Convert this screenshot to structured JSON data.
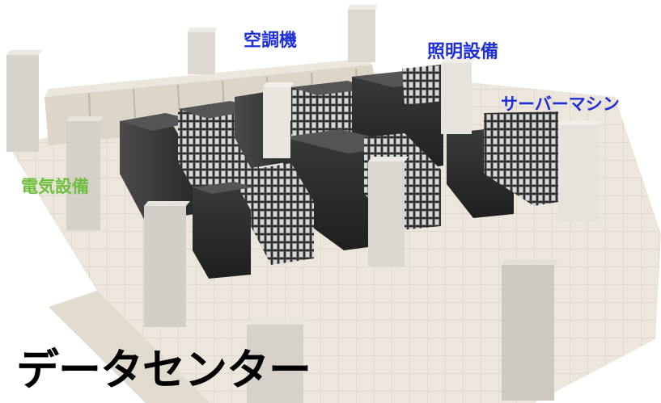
{
  "labels": {
    "air_conditioner": "空調機",
    "lighting": "照明設備",
    "server_machine": "サーバーマシン",
    "electrical": "電気設備"
  },
  "title": "データセンター",
  "colors": {
    "label_blue": "#1f2fd6",
    "label_green": "#6fbf3e",
    "title_black": "#000000",
    "rack_dark": "#2b2b2b",
    "floor": "#e9e3da",
    "pillar": "#d9d5cf",
    "ac_unit": "#d8d1c3"
  }
}
